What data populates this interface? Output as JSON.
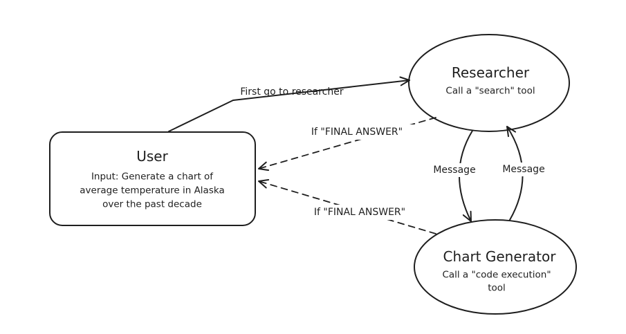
{
  "nodes": {
    "user": {
      "title": "User",
      "desc_lines": [
        "Input: Generate a chart of",
        "average temperature in Alaska",
        "over the past decade"
      ]
    },
    "researcher": {
      "title": "Researcher",
      "desc_lines": [
        "Call a \"search\" tool"
      ]
    },
    "chart_generator": {
      "title": "Chart Generator",
      "desc_lines": [
        "Call a \"code execution\"",
        "tool"
      ]
    }
  },
  "edges": {
    "user_to_researcher": "First go to researcher",
    "researcher_to_user": "If \"FINAL ANSWER\"",
    "chart_to_user": "If \"FINAL ANSWER\"",
    "researcher_to_chart": "Message",
    "chart_to_researcher": "Message"
  },
  "colors": {
    "stroke": "#1e1e1e",
    "background": "#ffffff"
  }
}
